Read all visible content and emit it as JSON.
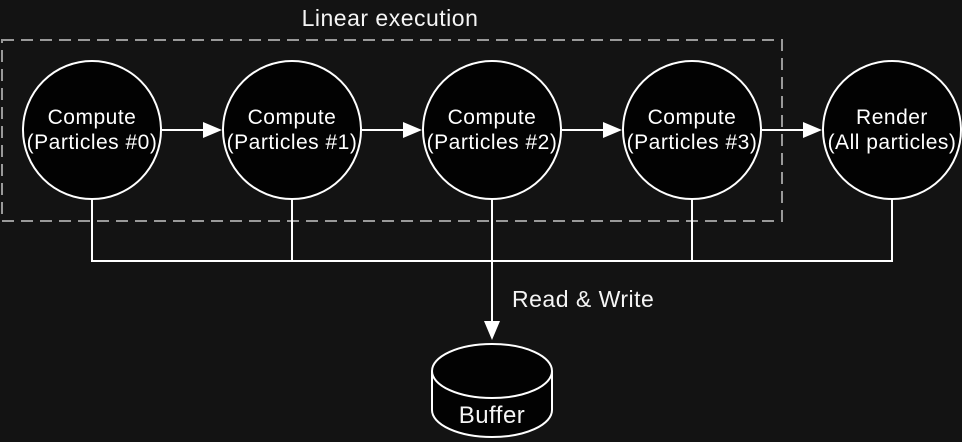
{
  "diagram": {
    "title": "Linear execution",
    "nodes": [
      {
        "label": "Compute",
        "sublabel": "(Particles #0)"
      },
      {
        "label": "Compute",
        "sublabel": "(Particles #1)"
      },
      {
        "label": "Compute",
        "sublabel": "(Particles #2)"
      },
      {
        "label": "Compute",
        "sublabel": "(Particles #3)"
      },
      {
        "label": "Render",
        "sublabel": "(All particles)"
      }
    ],
    "edge_label": "Read & Write",
    "buffer_label": "Buffer",
    "colors": {
      "background": "#131313",
      "node_fill": "#020202",
      "stroke": "#ffffff",
      "dashed_outline": "#999999",
      "text": "#ffffff"
    }
  }
}
